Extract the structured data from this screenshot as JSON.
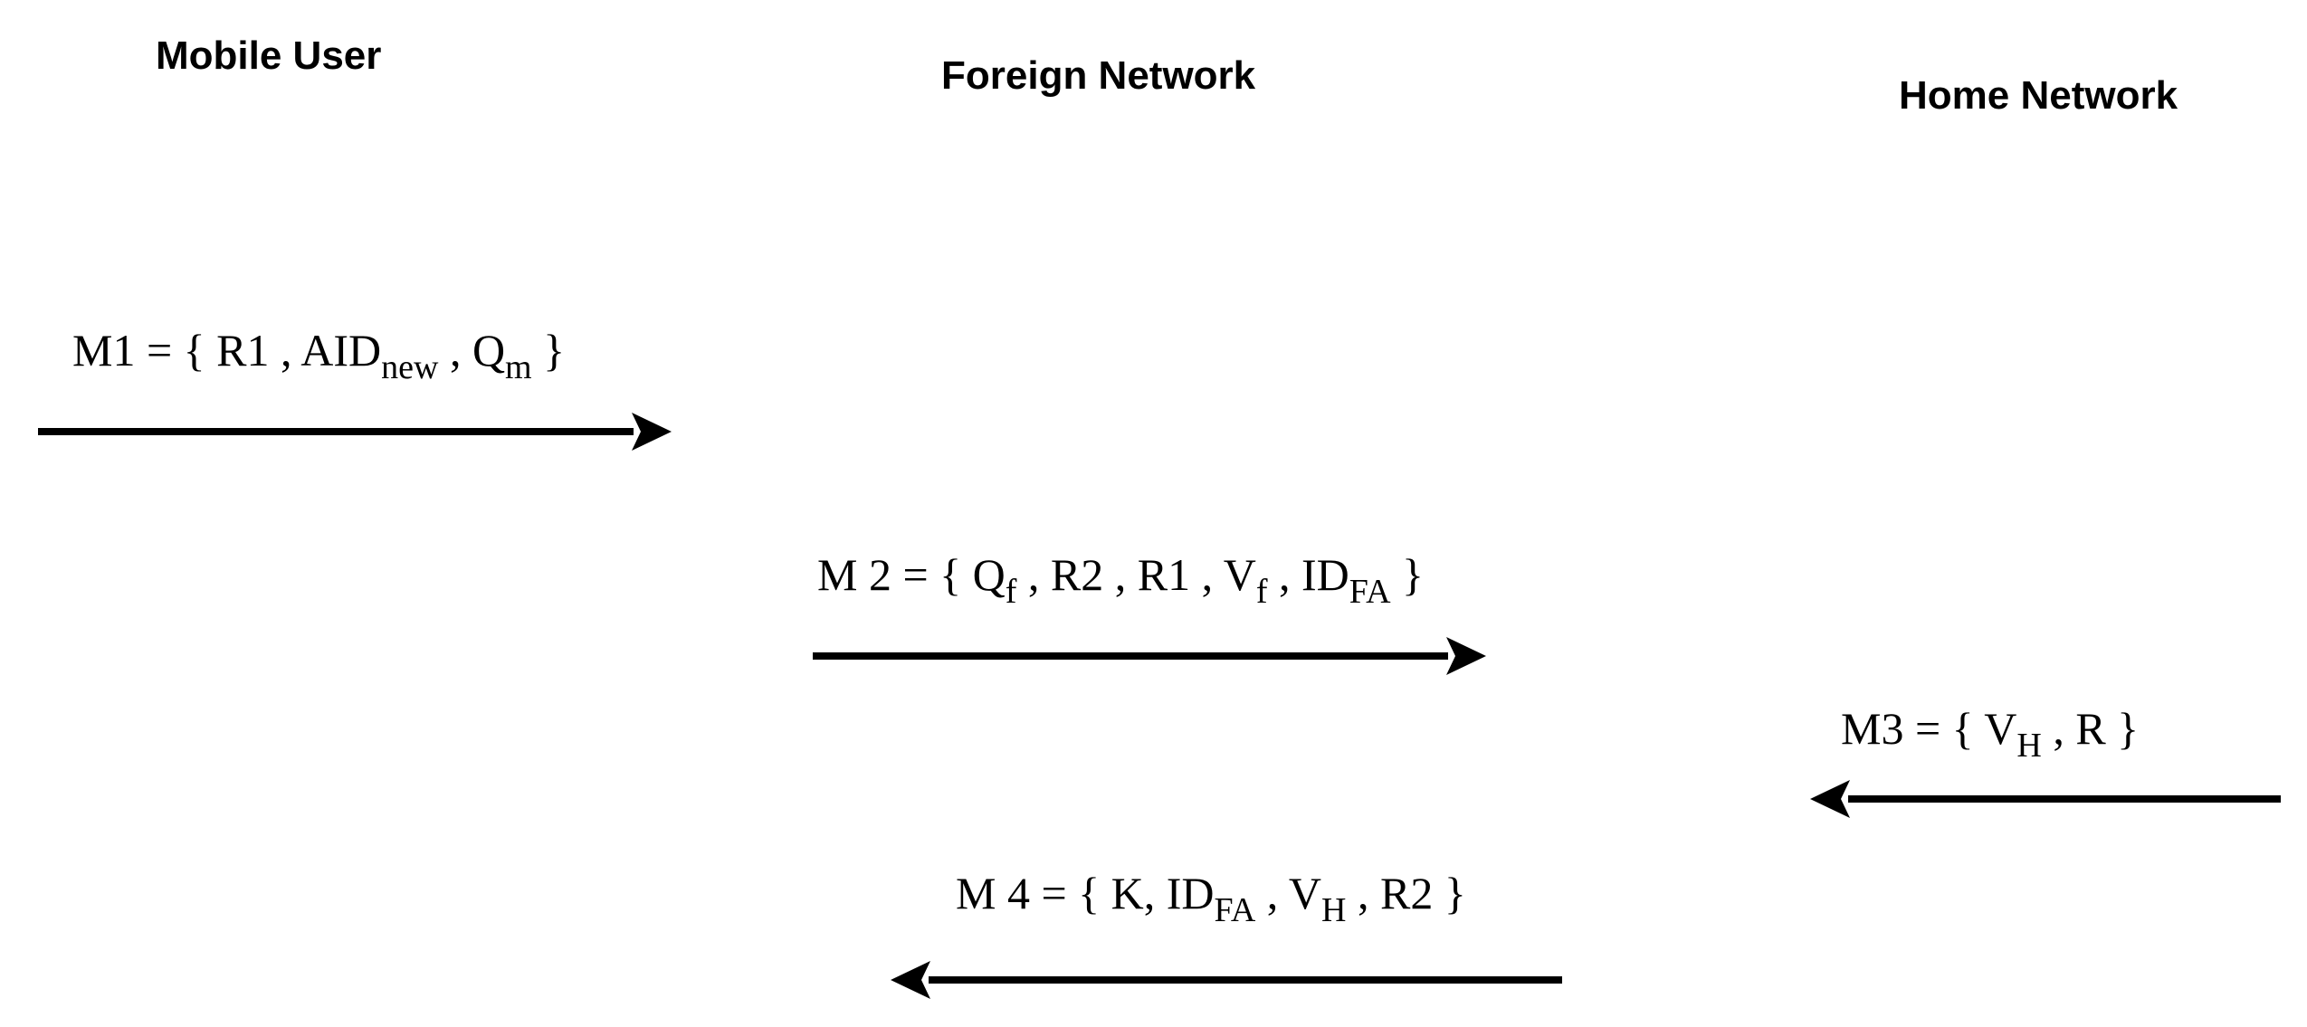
{
  "entities": {
    "mobile_user": "Mobile User",
    "foreign_network": "Foreign Network",
    "home_network": "Home Network"
  },
  "messages": {
    "m1": {
      "prefix": "M1 = { R1 , AID",
      "sub_new": "new",
      "mid1": " , Q",
      "sub_m": "m",
      "suffix": " }"
    },
    "m2": {
      "prefix": "M 2 = { Q",
      "sub_f1": "f",
      "mid1": " , R2 , R1 , V",
      "sub_f2": "f",
      "mid2": " , ID",
      "sub_fa": "FA",
      "suffix": " }"
    },
    "m3": {
      "prefix": "M3 = { V",
      "sub_h": "H",
      "suffix": " , R }"
    },
    "m4": {
      "prefix": "M 4 = { K, ID",
      "sub_fa": "FA",
      "mid1": " , V",
      "sub_h": "H",
      "suffix": " , R2 }"
    }
  },
  "colors": {
    "arrow": "#000000",
    "text": "#000000",
    "background": "#ffffff"
  }
}
